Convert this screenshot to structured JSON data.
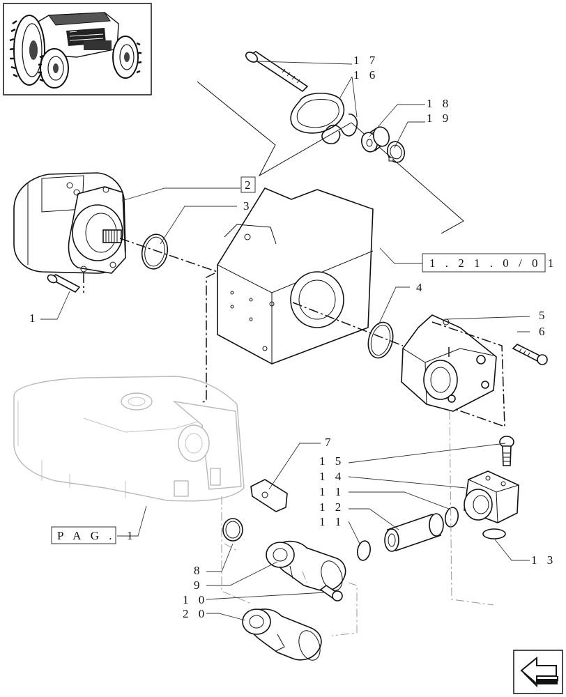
{
  "callouts": [
    {
      "id": "c17",
      "text": "1 7"
    },
    {
      "id": "c16",
      "text": "1 6"
    },
    {
      "id": "c18",
      "text": "1 8"
    },
    {
      "id": "c19",
      "text": "1 9"
    },
    {
      "id": "c2",
      "text": "2"
    },
    {
      "id": "c3",
      "text": "3"
    },
    {
      "id": "c1",
      "text": "1"
    },
    {
      "id": "cref",
      "text": "1 . 2 1 . 0 / 0 1"
    },
    {
      "id": "c4",
      "text": "4"
    },
    {
      "id": "c5",
      "text": "5"
    },
    {
      "id": "c6",
      "text": "6"
    },
    {
      "id": "c7",
      "text": "7"
    },
    {
      "id": "c15",
      "text": "1 5"
    },
    {
      "id": "c14",
      "text": "1 4"
    },
    {
      "id": "c11a",
      "text": "1 1"
    },
    {
      "id": "c12",
      "text": "1 2"
    },
    {
      "id": "c11b",
      "text": "1 1"
    },
    {
      "id": "c13",
      "text": "1 3"
    },
    {
      "id": "cpag",
      "text": "P A G ."
    },
    {
      "id": "cpag1",
      "text": "1"
    },
    {
      "id": "c8",
      "text": "8"
    },
    {
      "id": "c9",
      "text": "9"
    },
    {
      "id": "c10",
      "text": "1 0"
    },
    {
      "id": "c20",
      "text": "2 0"
    }
  ],
  "icons": {
    "thumbnail": "tractor-thumbnail-icon",
    "navigation": "next-page-arrow-icon"
  }
}
